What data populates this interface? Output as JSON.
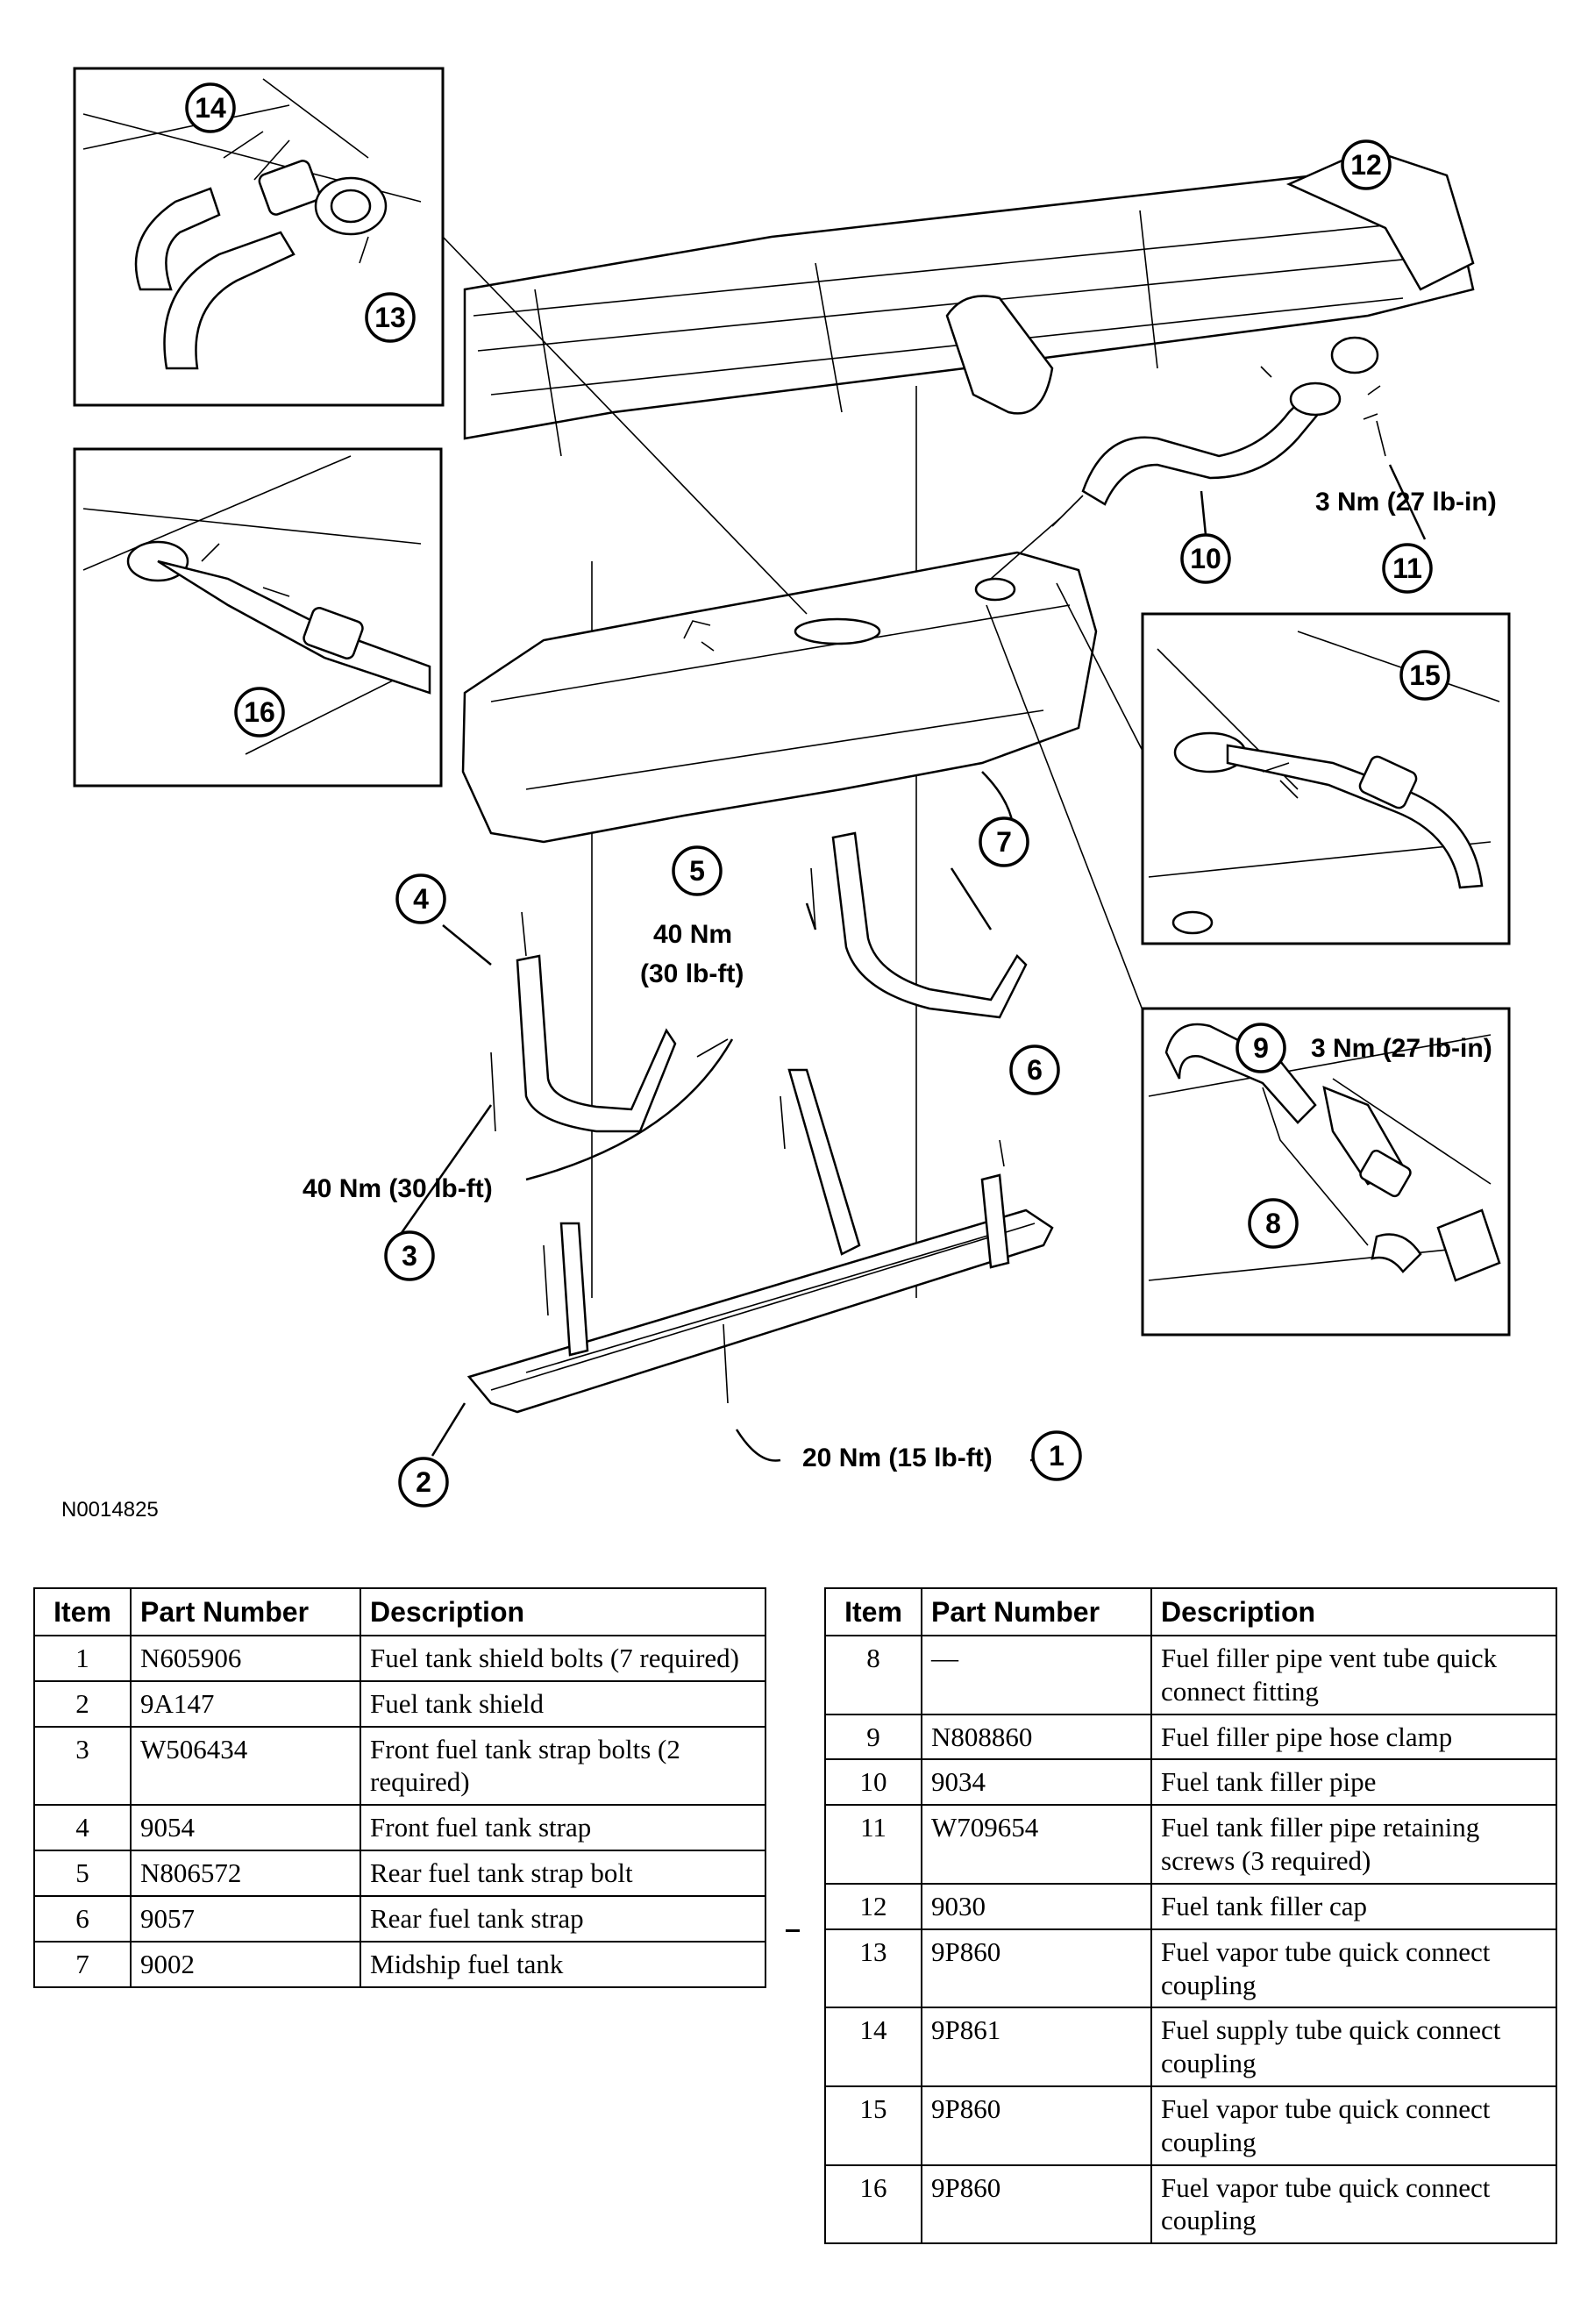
{
  "figure_id": "N0014825",
  "callouts": {
    "c1": "1",
    "c2": "2",
    "c3": "3",
    "c4": "4",
    "c5": "5",
    "c6": "6",
    "c7": "7",
    "c8": "8",
    "c9": "9",
    "c10": "10",
    "c11": "11",
    "c12": "12",
    "c13": "13",
    "c14": "14",
    "c15": "15",
    "c16": "16"
  },
  "torque": {
    "t11": "3 Nm (27 lb-in)",
    "t5a": "40 Nm",
    "t5b": "(30 lb-ft)",
    "t3": "40 Nm (30 lb-ft)",
    "t9": "3 Nm (27 lb-in)",
    "t1": "20 Nm (15 lb-ft)"
  },
  "table_headers": {
    "item": "Item",
    "part_number": "Part Number",
    "description": "Description"
  },
  "table_left": [
    {
      "item": "1",
      "part_number": "N605906",
      "description": "Fuel tank shield bolts (7 required)"
    },
    {
      "item": "2",
      "part_number": "9A147",
      "description": "Fuel tank shield"
    },
    {
      "item": "3",
      "part_number": "W506434",
      "description": "Front fuel tank strap bolts (2 required)"
    },
    {
      "item": "4",
      "part_number": "9054",
      "description": "Front fuel tank strap"
    },
    {
      "item": "5",
      "part_number": "N806572",
      "description": "Rear fuel tank strap bolt"
    },
    {
      "item": "6",
      "part_number": "9057",
      "description": "Rear fuel tank strap"
    },
    {
      "item": "7",
      "part_number": "9002",
      "description": "Midship fuel tank"
    }
  ],
  "table_right": [
    {
      "item": "8",
      "part_number": "—",
      "description": "Fuel filler pipe vent tube quick connect fitting"
    },
    {
      "item": "9",
      "part_number": "N808860",
      "description": "Fuel filler pipe hose clamp"
    },
    {
      "item": "10",
      "part_number": "9034",
      "description": "Fuel tank filler pipe"
    },
    {
      "item": "11",
      "part_number": "W709654",
      "description": "Fuel tank filler pipe retaining screws (3 required)"
    },
    {
      "item": "12",
      "part_number": "9030",
      "description": "Fuel tank filler cap"
    },
    {
      "item": "13",
      "part_number": "9P860",
      "description": "Fuel vapor tube quick connect coupling"
    },
    {
      "item": "14",
      "part_number": "9P861",
      "description": "Fuel supply tube quick connect coupling"
    },
    {
      "item": "15",
      "part_number": "9P860",
      "description": "Fuel vapor tube quick connect coupling"
    },
    {
      "item": "16",
      "part_number": "9P860",
      "description": "Fuel vapor tube quick connect coupling"
    }
  ]
}
